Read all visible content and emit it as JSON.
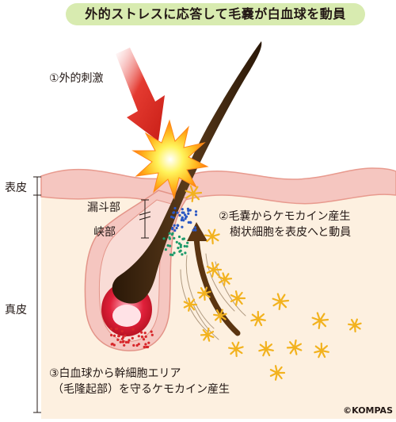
{
  "title": "外的ストレスに応答して毛嚢が白血球を動員",
  "labels": {
    "stimulus": "①外的刺激",
    "step2_line1": "②毛嚢からケモカイン産生",
    "step2_line2": "樹状細胞を表皮へと動員",
    "step3_line1": "③白血球から幹細胞エリア",
    "step3_line2": "（毛隆起部）を守るケモカイン産生",
    "infundibulum": "漏斗部",
    "isthmus": "峡部"
  },
  "layers": {
    "epidermis": "表皮",
    "dermis": "真皮"
  },
  "copyright": "©KOMPAS",
  "colors": {
    "title_bg": "#d8ebb0",
    "epidermis": "#f5c6c0",
    "dermis": "#fdf0e0",
    "hair": "#3a2410",
    "arrow_red": "#d7261e",
    "dendritic_cell": "#f2b21e",
    "chemokine_blue": "#2b58c4",
    "chemokine_green": "#1d9a6a",
    "chemokine_red": "#d7262a",
    "migration_arrow": "#5a3411"
  }
}
